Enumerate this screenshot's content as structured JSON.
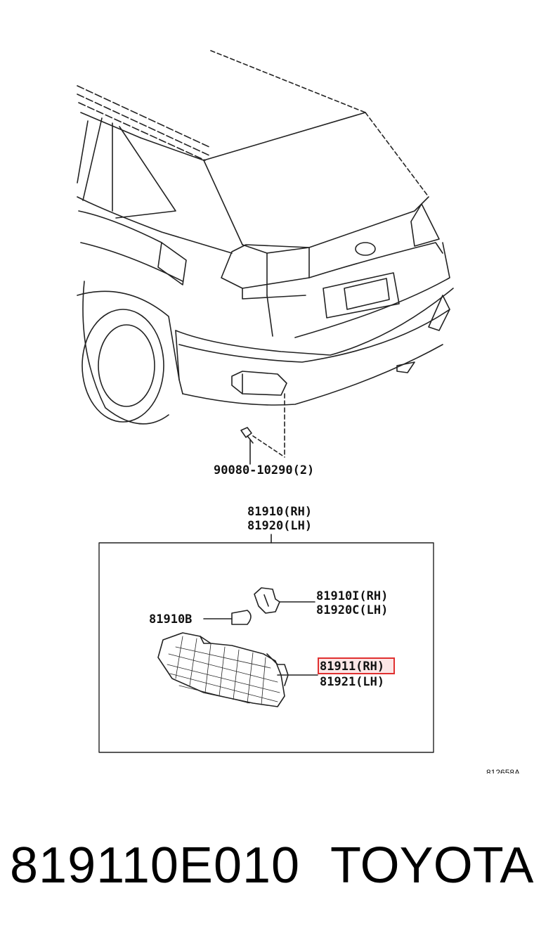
{
  "callouts": {
    "screw": "90080-10290(2)",
    "assy_rh": "81910(RH)",
    "assy_lh": "81920(LH)",
    "socket_rh": "81910I(RH)",
    "socket_lh": "81920C(LH)",
    "bulb": "81910B",
    "lens_rh": "81911(RH)",
    "lens_lh": "81921(LH)"
  },
  "figure_code": "812658A",
  "highlight_color": "#e03030",
  "footer": {
    "part_number": "819110E010",
    "brand": "TOYOTA"
  }
}
